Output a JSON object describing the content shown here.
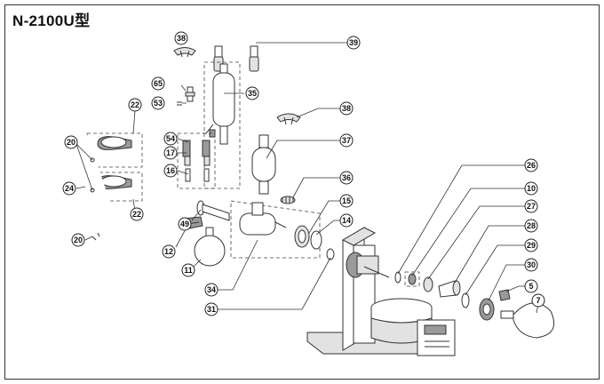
{
  "title": "N-2100U型",
  "callouts": [
    "39",
    "38",
    "65",
    "35",
    "53",
    "38",
    "22",
    "54",
    "37",
    "17",
    "20",
    "16",
    "36",
    "24",
    "26",
    "22",
    "15",
    "10",
    "49",
    "14",
    "27",
    "20",
    "12",
    "28",
    "29",
    "11",
    "30",
    "5",
    "34",
    "7",
    "31"
  ],
  "colors": {
    "line": "#333333",
    "frame": "#333333",
    "fill_light": "#e2e2e2",
    "fill_dark": "#9a9a9a"
  }
}
